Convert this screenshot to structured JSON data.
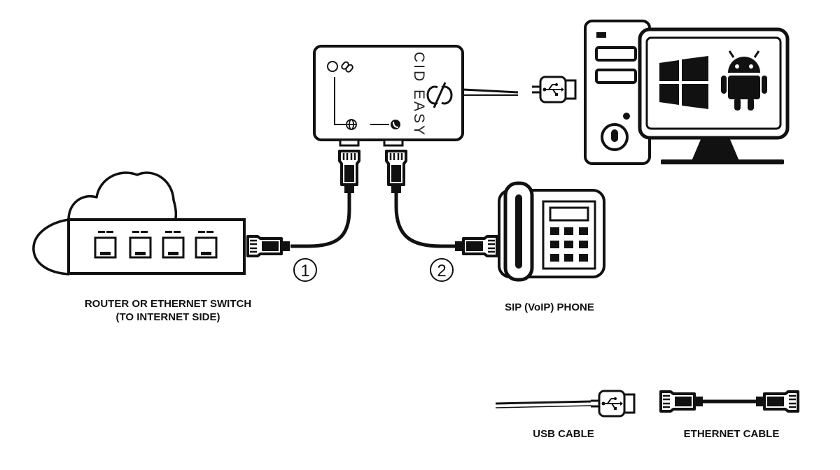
{
  "device": {
    "brand_text": "CID EASY"
  },
  "labels": {
    "router_line1": "ROUTER OR ETHERNET SWITCH",
    "router_line2": "(TO INTERNET SIDE)",
    "phone": "SIP (VoIP) PHONE",
    "usb_cable": "USB CABLE",
    "ethernet_cable": "ETHERNET CABLE"
  },
  "connections": [
    {
      "number": "1",
      "from": "CID EASY",
      "to": "ROUTER OR ETHERNET SWITCH"
    },
    {
      "number": "2",
      "from": "CID EASY",
      "to": "SIP (VoIP) PHONE"
    }
  ],
  "icons": [
    "cloud-icon",
    "router-icon",
    "cid-easy-device",
    "usb-connector-icon",
    "ethernet-connector-icon",
    "desktop-computer-icon",
    "windows-logo-icon",
    "android-logo-icon",
    "desk-phone-icon"
  ],
  "colors": {
    "stroke": "#111111",
    "background": "#ffffff"
  }
}
